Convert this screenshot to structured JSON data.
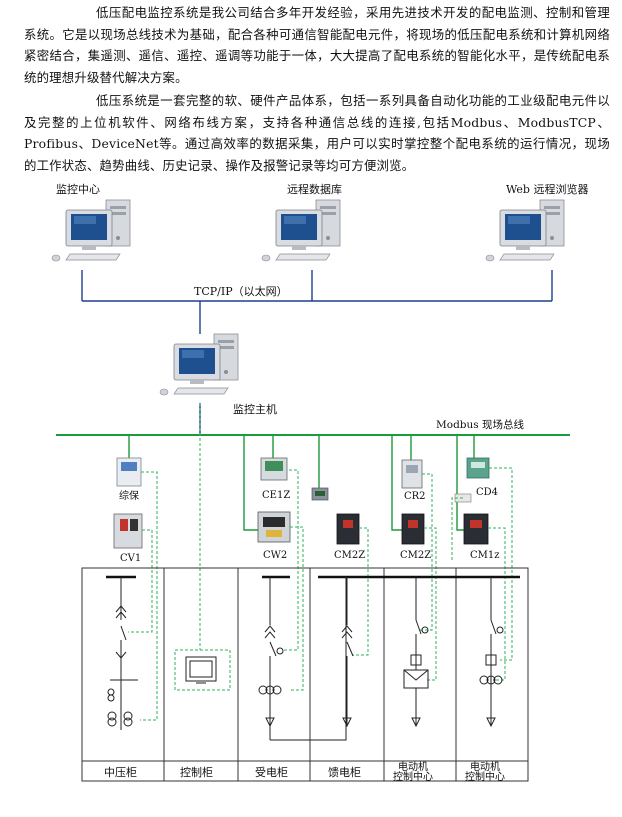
{
  "intro": {
    "p1": "低压配电监控系统是我公司结合多年开发经验，采用先进技术开发的配电监测、控制和管理系统。它是以现场总线技术为基础，配合各种可通信智能配电元件，将现场的低压配电系统和计算机网络紧密结合，集遥测、遥信、遥控、遥调等功能于一体，大大提高了配电系统的智能化水平，是传统配电系统的理想升级替代解决方案。",
    "p2": "低压系统是一套完整的软、硬件产品体系，包括一系列具备自动化功能的工业级配电元件以及完整的上位机软件、网络布线方案，支持各种通信总线的连接,包括Modbus、ModbusTCP、Profibus、DeviceNet等。通过高效率的数据采集，用户可以实时掌控整个配电系统的运行情况，现场的工作状态、趋势曲线、历史记录、操作及报警记录等均可方便浏览。"
  },
  "network": {
    "stations": [
      "监控中心",
      "远程数据库",
      "Web 远程浏览器"
    ],
    "tcp_label": "TCP/IP（以太网）",
    "host_label": "监控主机",
    "bus_label": "Modbus 现场总线"
  },
  "devices": {
    "zongbao": "综保",
    "cv1": "CV1",
    "ce1z": "CE1Z",
    "cw2": "CW2",
    "cm2z_a": "CM2Z",
    "cr2": "CR2",
    "cm2z_b": "CM2Z",
    "cd4": "CD4",
    "cm1z": "CM1z"
  },
  "cabinets": {
    "c1": "中压柜",
    "c2": "控制柜",
    "c3": "受电柜",
    "c4": "馈电柜",
    "c5a": "电动机",
    "c5b": "控制中心",
    "c6a": "电动机",
    "c6b": "控制中心"
  },
  "colors": {
    "network_line": "#1f3f8f",
    "bus_line": "#1d9a3a",
    "signal_dash": "#2bb35a",
    "cabinet_line": "#333333"
  }
}
